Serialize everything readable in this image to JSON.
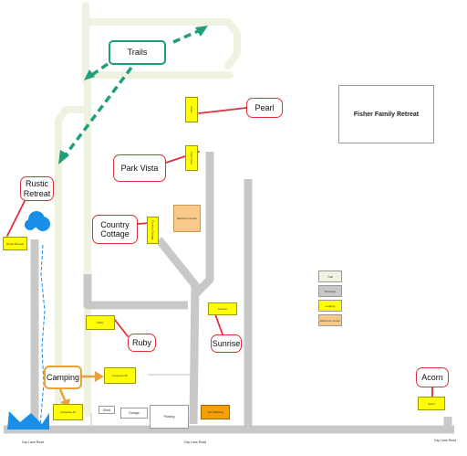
{
  "title": "Fisher Family Retreat",
  "colors": {
    "road": "#c8c8c8",
    "trail": "#eef2e0",
    "lodging": "#fffc06",
    "welcome": "#f9c989",
    "water": "#1a8fe8",
    "callout_border": "#e0303a",
    "trails_border": "#1f9e7a",
    "camping_border": "#e8a23a"
  },
  "callouts": {
    "trails": "Trails",
    "pearl": "Pearl",
    "park_vista": "Park Vista",
    "rustic_retreat": "Rustic Retreat",
    "country_cottage": "Country Cottage",
    "ruby": "Ruby",
    "sunrise": "Sunrise",
    "camping": "Camping",
    "acorn": "Acorn"
  },
  "lodging": {
    "pearl": "Pearl",
    "park_vista": "Park Vista",
    "rustic_retreat": "Rustic Retreat",
    "country_cottage": "Country Cottage",
    "welcome_center": "Welcome Center",
    "ruby": "Ruby",
    "sunrise": "Sunrise",
    "campsite_2": "Campsite #2",
    "campsite_1": "Campsite #1",
    "acorn": "Acorn",
    "sun_building": "Sun Building"
  },
  "buildings": {
    "shed": "Shed",
    "garage": "Garage",
    "parking": "Parking"
  },
  "legend": {
    "trail": "Trail",
    "driveway": "Driveway",
    "lodging": "Lodging",
    "welcome_center": "Welcome Center"
  },
  "roads": {
    "addr_left": "Cay Lane Road",
    "addr_mid": "Cay Lane Road",
    "addr_right": "Cay Lane Road"
  }
}
